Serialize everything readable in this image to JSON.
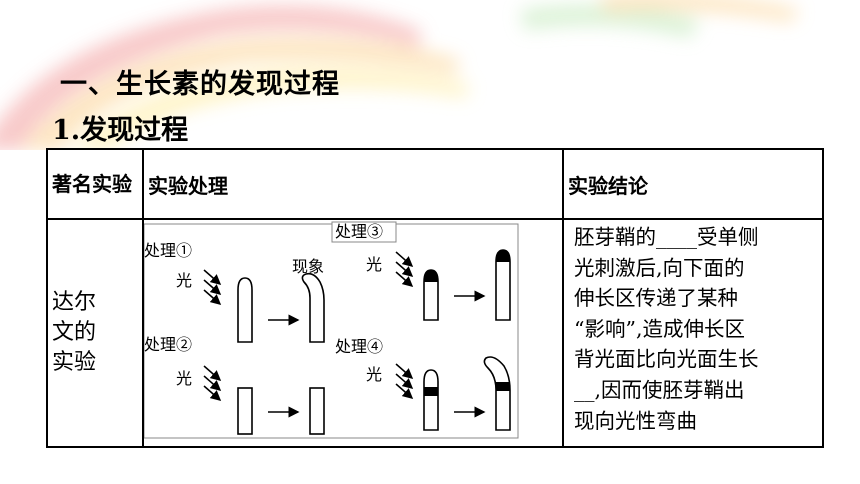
{
  "section_title": "一、生长素的发现过程",
  "subtitle": "1.发现过程",
  "table": {
    "headers": [
      "著名实验",
      "实验处理",
      "实验结论"
    ],
    "row": {
      "name_lines": [
        "达尔",
        "文的",
        "实验"
      ],
      "diagram": {
        "labels": {
          "p1": "处理①",
          "p2": "处理②",
          "p3": "处理③",
          "p4": "处理④",
          "phenomenon": "现象",
          "light": "光"
        }
      },
      "conclusion_lines": [
        "胚芽鞘的____受单侧",
        "光刺激后,向下面的",
        "伸长区传递了某种",
        "“影响”,造成伸长区",
        "背光面比向光面生长",
        "__,因而使胚芽鞘出",
        "现向光性弯曲"
      ]
    }
  },
  "colors": {
    "background_swirl_red": "#f7c1c1",
    "background_swirl_orange": "#fde2b8",
    "background_swirl_yellow": "#fff3c0",
    "background_swirl_green": "#d6f0d0",
    "ink": "#000000"
  }
}
